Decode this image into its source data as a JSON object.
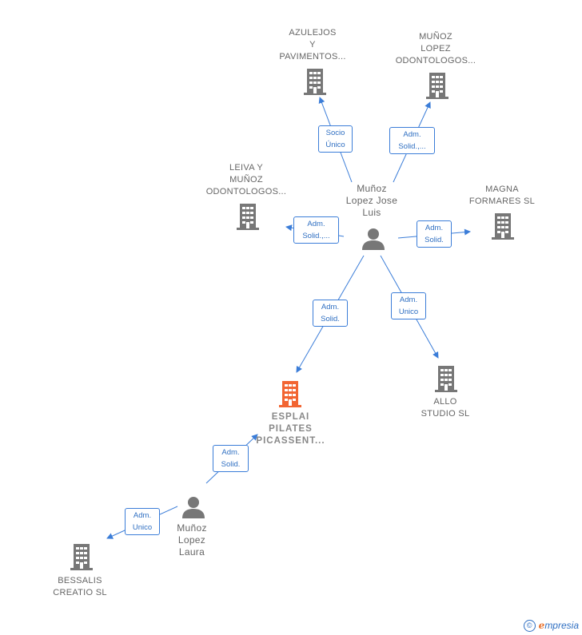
{
  "colors": {
    "edge": "#3b7dd8",
    "node": "#777777",
    "focus": "#f26532"
  },
  "companies": {
    "azulejos": "AZULEJOS\nY\nPAVIMENTOS...",
    "munoz_odont": "MUÑOZ\nLOPEZ\nODONTOLOGOS...",
    "leiva": "LEIVA Y\nMUÑOZ\nODONTOLOGOS...",
    "magna": "MAGNA\nFORMARES SL",
    "allo": "ALLO\nSTUDIO  SL",
    "esplai": "ESPLAI\nPILATES\nPICASSENT...",
    "bessalis": "BESSALIS\nCREATIO  SL"
  },
  "persons": {
    "jose_luis": "Muñoz\nLopez Jose\nLuis",
    "laura": "Muñoz\nLopez\nLaura"
  },
  "edges": {
    "to_azulejos": "Socio\nÚnico",
    "to_munoz_odont": "Adm.\nSolid.,...",
    "to_leiva": "Adm.\nSolid.,...",
    "to_magna": "Adm.\nSolid.",
    "to_esplai_jl": "Adm.\nSolid.",
    "to_allo": "Adm.\nUnico",
    "to_esplai_laura": "Adm.\nSolid.",
    "to_bessalis": "Adm.\nUnico"
  },
  "brand": {
    "copyright": "©",
    "e": "e",
    "rest": "mpresia"
  }
}
